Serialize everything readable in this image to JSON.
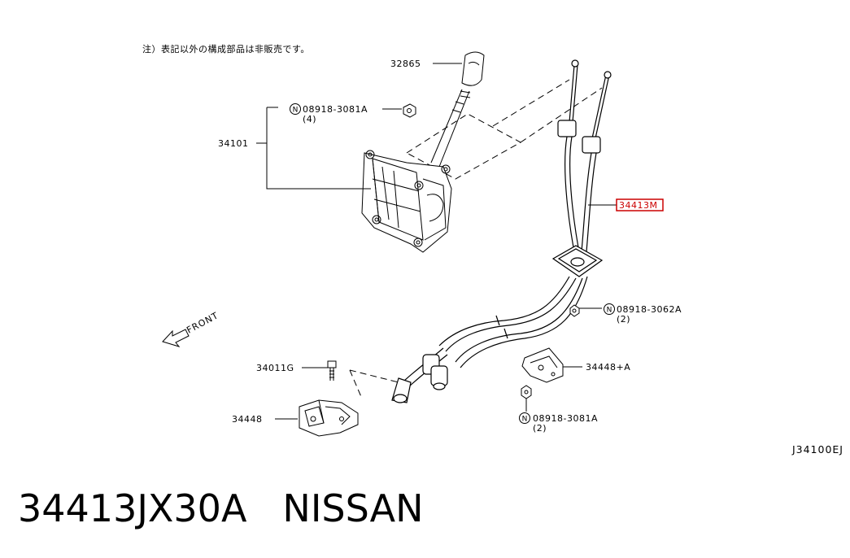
{
  "note": "注）表記以外の構成部品は非販売です。",
  "diagram_code": "J34100EJ",
  "footer": {
    "part_number": "34413JX30A",
    "brand": "NISSAN"
  },
  "highlight_color": "#cc0000",
  "callouts": {
    "knob": "32865",
    "nut_top": "08918-3081A",
    "nut_top_qty": "(4)",
    "shifter": "34101",
    "cable": "34413M",
    "nut_mid": "08918-3062A",
    "nut_mid_qty": "(2)",
    "bracket_right": "34448+A",
    "nut_bottom": "08918-3081A",
    "nut_bottom_qty": "(2)",
    "bolt": "34011G",
    "bracket_left": "34448",
    "front": "FRONT"
  }
}
